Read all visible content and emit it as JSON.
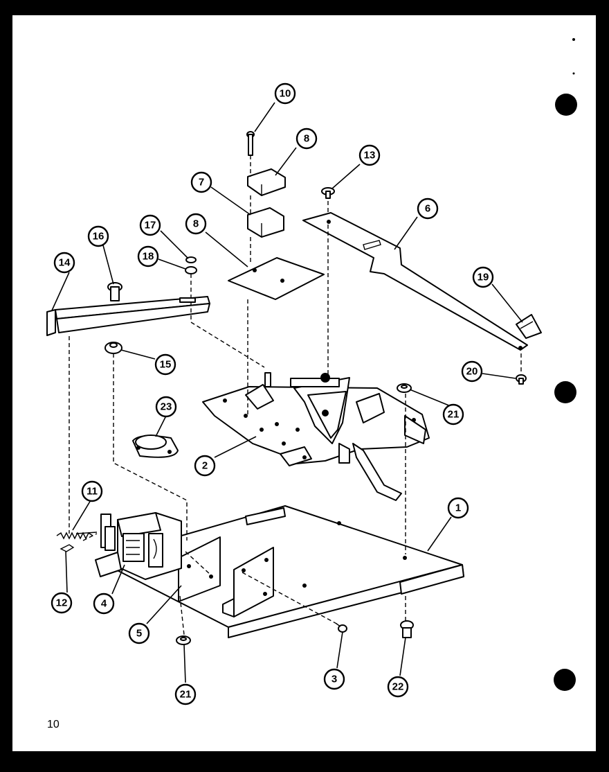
{
  "page_number": "10",
  "callouts": {
    "c1": "1",
    "c2": "2",
    "c3": "3",
    "c4": "4",
    "c5": "5",
    "c6": "6",
    "c7": "7",
    "c8a": "8",
    "c8b": "8",
    "c10": "10",
    "c11": "11",
    "c12": "12",
    "c13": "13",
    "c14": "14",
    "c15": "15",
    "c16": "16",
    "c17": "17",
    "c18": "18",
    "c19": "19",
    "c20": "20",
    "c21a": "21",
    "c21b": "21",
    "c22": "22",
    "c23": "23"
  }
}
